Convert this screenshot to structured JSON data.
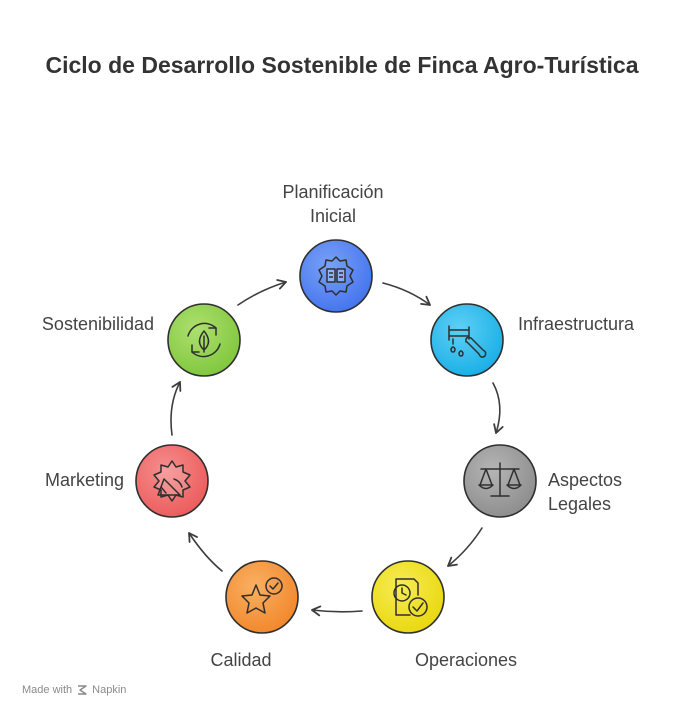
{
  "title": "Ciclo de Desarrollo Sostenible de Finca Agro-Turística",
  "nodes": [
    {
      "id": "planificacion",
      "label": [
        "Planificación",
        "Inicial"
      ],
      "color": "#4f7ff0",
      "light": "#b9cdfb",
      "icon": "planning-gear-book-icon"
    },
    {
      "id": "infraestructura",
      "label": [
        "Infraestructura"
      ],
      "color": "#27b9ec",
      "light": "#a9e6fa",
      "icon": "faucet-wrench-icon"
    },
    {
      "id": "aspectos-legales",
      "label": [
        "Aspectos",
        "Legales"
      ],
      "color": "#9a9a9a",
      "light": "#d8d8d8",
      "icon": "balance-scale-icon"
    },
    {
      "id": "operaciones",
      "label": [
        "Operaciones"
      ],
      "color": "#eedf1e",
      "light": "#f9f2a3",
      "icon": "clock-document-check-icon"
    },
    {
      "id": "calidad",
      "label": [
        "Calidad"
      ],
      "color": "#f5963a",
      "light": "#fbd0a4",
      "icon": "star-check-icon"
    },
    {
      "id": "marketing",
      "label": [
        "Marketing"
      ],
      "color": "#f06a6a",
      "light": "#fbbcbc",
      "icon": "megaphone-icon"
    },
    {
      "id": "sostenibilidad",
      "label": [
        "Sostenibilidad"
      ],
      "color": "#8fd14f",
      "light": "#d3f0b3",
      "icon": "leaf-cycle-icon"
    }
  ],
  "footer": {
    "prefix": "Made with",
    "brand": "Napkin",
    "icon": "napkin-logo-icon"
  }
}
